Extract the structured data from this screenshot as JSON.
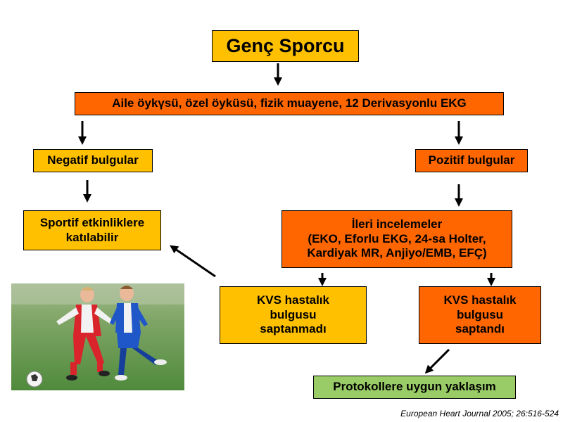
{
  "colors": {
    "yellow": "#ffc000",
    "orange": "#ff6600",
    "green": "#99cc66"
  },
  "nodes": {
    "title": "Genç Sporcu",
    "screening": "Aile öykүsü, özel öyküsü, fizik muayene, 12 Derivasyonlu EKG",
    "negative": "Negatif bulgular",
    "positive": "Pozitif bulgular",
    "sport_ok": [
      "Sportif etkinliklere",
      "katılabilir"
    ],
    "further": [
      "İleri incelemeler",
      "(EKO, Eforlu EKG, 24-sa Holter,",
      "Kardiyak MR, Anjiyo/EMB, EFÇ)"
    ],
    "no_cvd": [
      "KVS hastalık",
      "bulgusu",
      "saptanmadı"
    ],
    "cvd": [
      "KVS hastalık",
      "bulgusu",
      "saptandı"
    ],
    "protocol": "Protokollere uygun yaklaşım"
  },
  "citation": "European Heart Journal 2005; 26:516-524",
  "image": {
    "subject": "two children playing football on grass"
  }
}
